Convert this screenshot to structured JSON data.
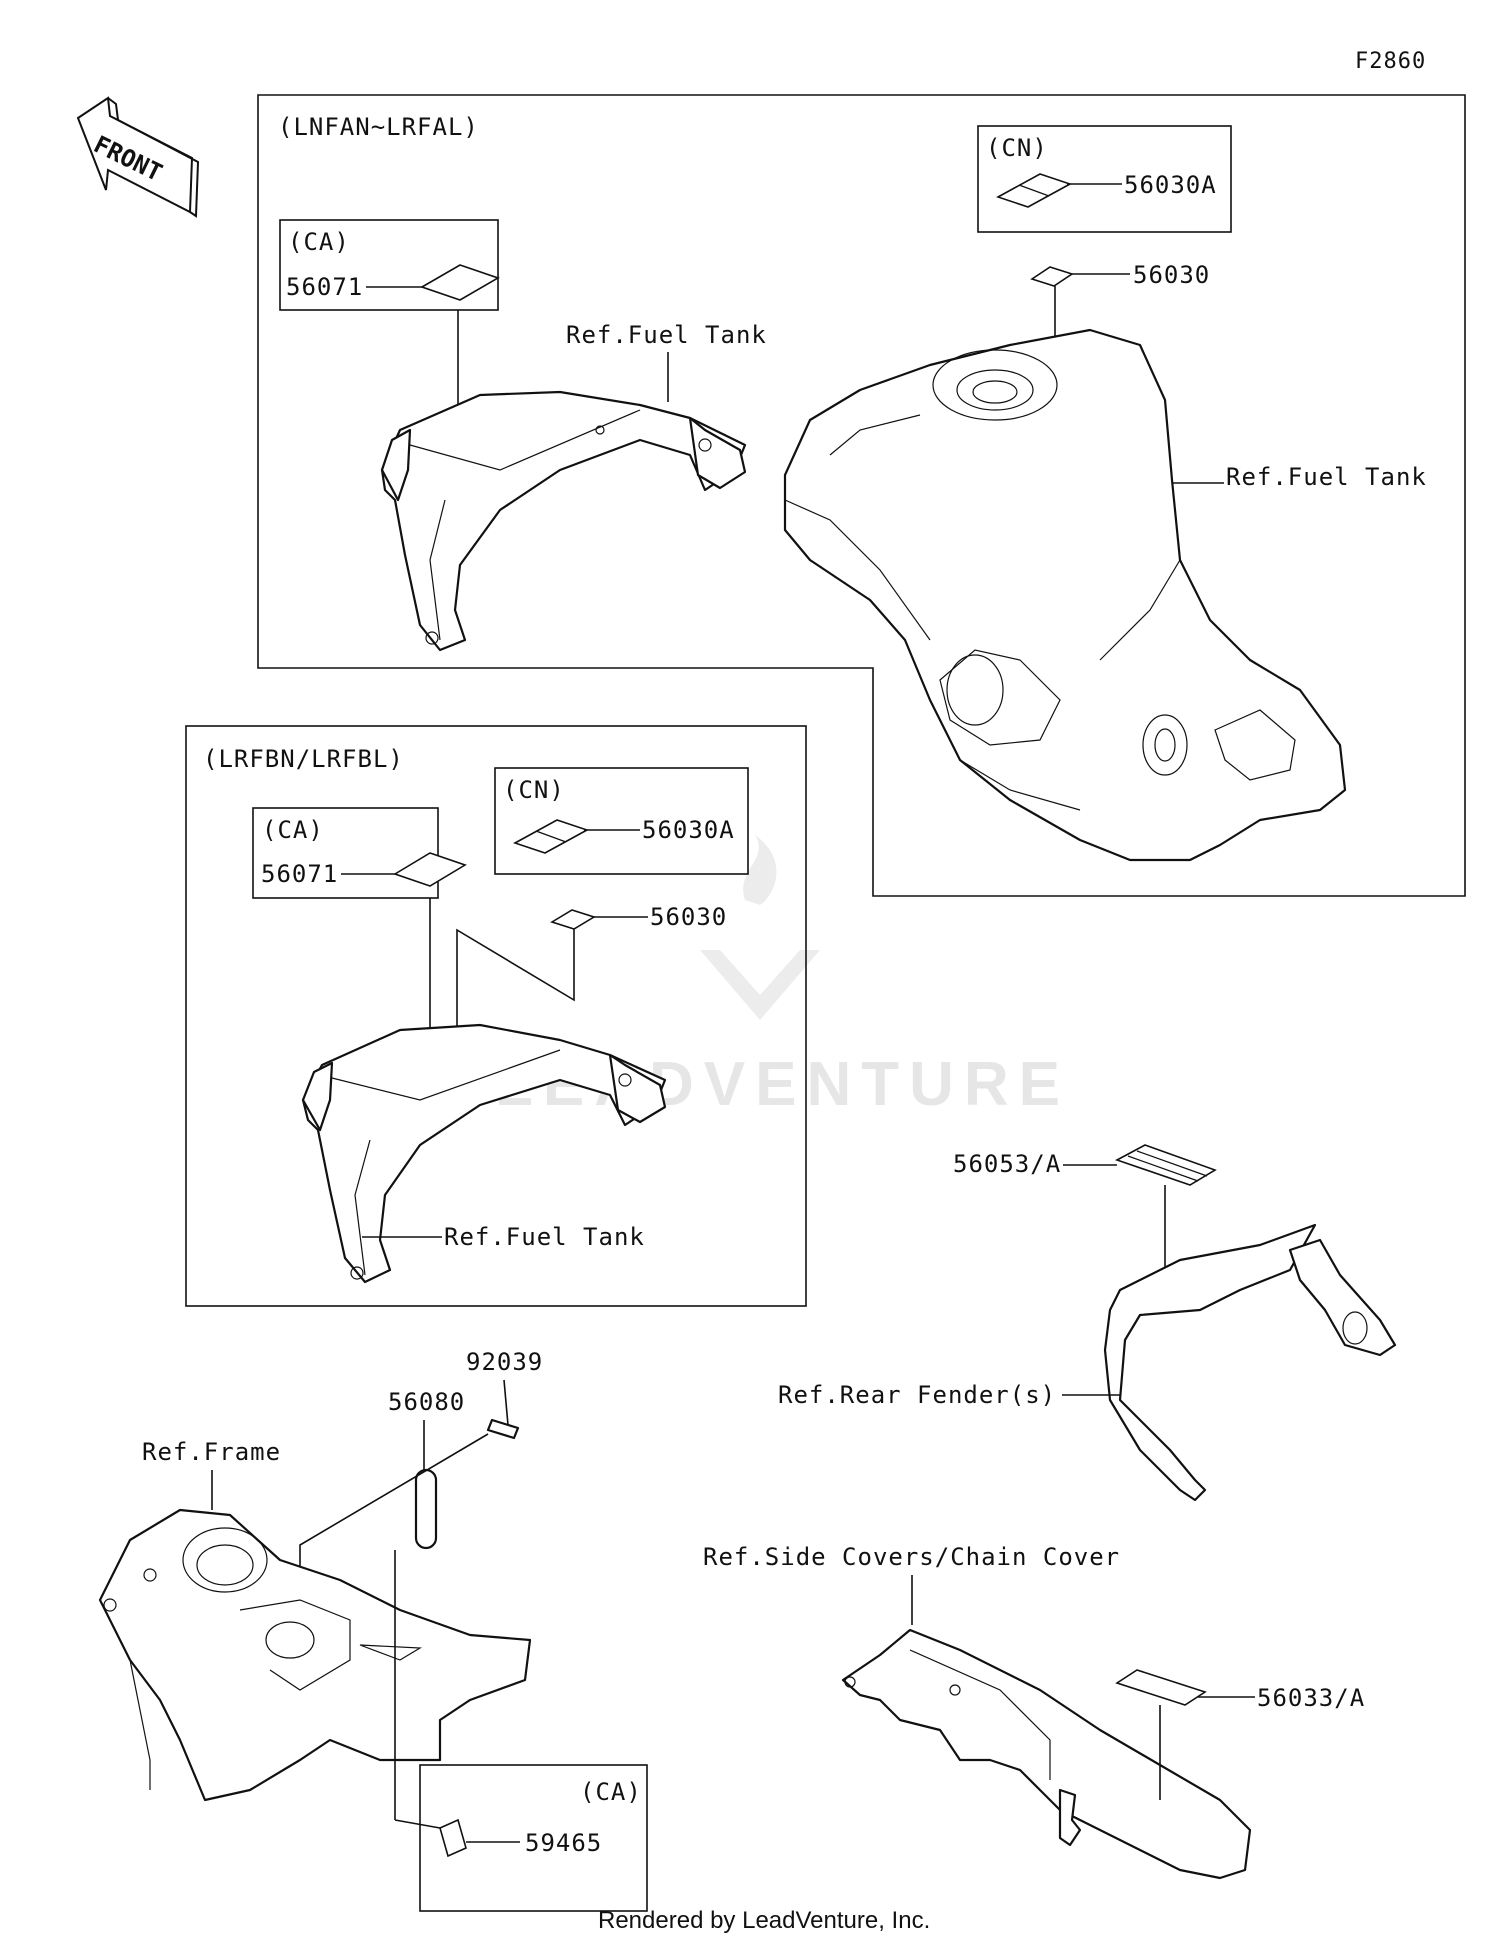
{
  "diagram_code": "F2860",
  "front_arrow_label": "FRONT",
  "watermark": "LEADVENTURE",
  "footer": "Rendered by LeadVenture, Inc.",
  "group_top": {
    "model_label": "(LNFAN~LRFAL)",
    "ca_region": "(CA)",
    "ca_part": "56071",
    "cn_region": "(CN)",
    "cn_part": "56030A",
    "decal_part": "56030",
    "ref_tank_cover": "Ref.Fuel Tank",
    "ref_tank": "Ref.Fuel Tank"
  },
  "group_mid": {
    "model_label": "(LRFBN/LRFBL)",
    "ca_region": "(CA)",
    "ca_part": "56071",
    "cn_region": "(CN)",
    "cn_part": "56030A",
    "decal_part": "56030",
    "ref_tank_cover": "Ref.Fuel Tank"
  },
  "rear_fender": {
    "part": "56053/A",
    "ref": "Ref.Rear Fender(s)"
  },
  "frame_group": {
    "part_rivet": "92039",
    "part_plate": "56080",
    "ref_frame": "Ref.Frame",
    "ca_region": "(CA)",
    "ca_part": "59465"
  },
  "chain_cover": {
    "ref": "Ref.Side Covers/Chain Cover",
    "part": "56033/A"
  }
}
